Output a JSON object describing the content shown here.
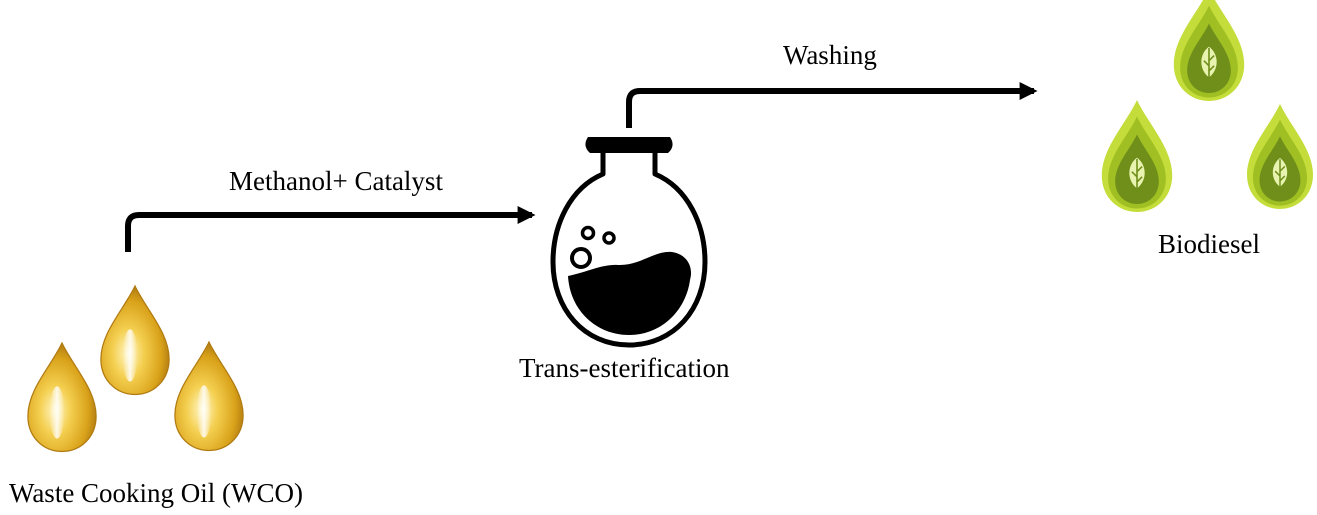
{
  "labels": {
    "input": "Waste Cooking Oil (WCO)",
    "reagent": "Methanol+ Catalyst",
    "process": "Trans-esterification",
    "step": "Washing",
    "output": "Biodiesel"
  },
  "icons": {
    "input": "oil-drop-icon",
    "process": "flask-icon",
    "output": "leaf-drop-icon"
  },
  "colors": {
    "oil_dark": "#b8860b",
    "oil_mid": "#e6b422",
    "oil_light": "#fff3b0",
    "leaf_outer": "#b6d630",
    "leaf_mid": "#8fae1b",
    "leaf_inner": "#6b8e23",
    "stroke": "#000000"
  }
}
